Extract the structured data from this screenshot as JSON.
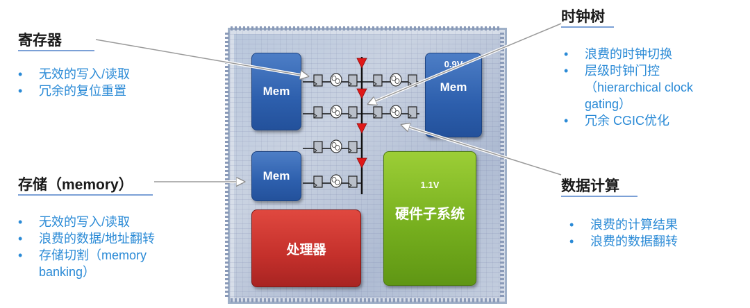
{
  "chip": {
    "mem_top_left": "Mem",
    "mem_top_right": "Mem",
    "mem_top_right_voltage": "0.9V",
    "mem_mid_left": "Mem",
    "processor": "处理器",
    "hw_voltage": "1.1V",
    "hw_subsystem": "硬件子系统"
  },
  "registers": {
    "title": "寄存器",
    "items": [
      "无效的写入/读取",
      "冗余的复位重置"
    ]
  },
  "memory": {
    "title": "存储（memory）",
    "items": [
      "无效的写入/读取",
      "浪费的数据/地址翻转",
      "存储切割（memory",
      "banking）"
    ]
  },
  "clock_tree": {
    "title": "时钟树",
    "items": [
      "浪费的时钟切换",
      "层级时钟门控",
      "（hierarchical clock",
      "gating）",
      "冗余 CGIC优化"
    ]
  },
  "data_compute": {
    "title": "数据计算",
    "items": [
      "浪费的计算结果",
      "浪费的数据翻转"
    ]
  },
  "colors": {
    "accent_text": "#2a8ad6",
    "mem_blue": "#2d5fad",
    "processor_red": "#c4302b",
    "hw_green": "#74ad1d",
    "clock_triangle": "#e01818"
  }
}
